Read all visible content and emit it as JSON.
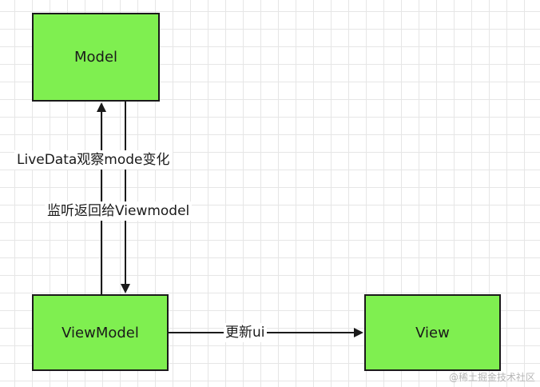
{
  "colors": {
    "node_fill": "#7fef50",
    "stroke": "#1a1a1a"
  },
  "nodes": {
    "model": "Model",
    "viewmodel": "ViewModel",
    "view": "View"
  },
  "edges": {
    "livedata_label": "LiveData观察mode变化",
    "listen_label": "监听返回给Viewmodel",
    "update_label": "更新ui"
  },
  "watermark": "@稀土掘金技术社区"
}
